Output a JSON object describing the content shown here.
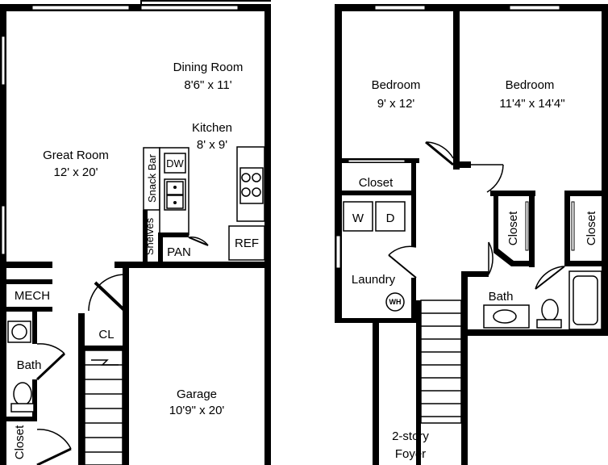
{
  "rooms": {
    "dining_name": "Dining Room",
    "dining_size": "8'6\" x 11'",
    "kitchen_name": "Kitchen",
    "kitchen_size": "8' x 9'",
    "great_name": "Great Room",
    "great_size": "12' x 20'",
    "garage_name": "Garage",
    "garage_size": "10'9\" x 20'",
    "bed1_name": "Bedroom",
    "bed1_size": "9' x 12'",
    "bed2_name": "Bedroom",
    "bed2_size": "11'4\" x 14'4\"",
    "laundry": "Laundry",
    "bath_up": "Bath",
    "bath_down": "Bath",
    "foyer_1": "2-story",
    "foyer_2": "Foyer"
  },
  "labels": {
    "mech": "MECH",
    "cl": "CL",
    "closet_down": "Closet",
    "closet_up": "Closet",
    "closet_v1": "Closet",
    "closet_v2": "Closet",
    "snack_bar": "Snack Bar",
    "shelves": "Shelves",
    "pan": "PAN",
    "ref": "REF",
    "dw": "DW",
    "washer": "W",
    "dryer": "D",
    "wh": "WH"
  }
}
